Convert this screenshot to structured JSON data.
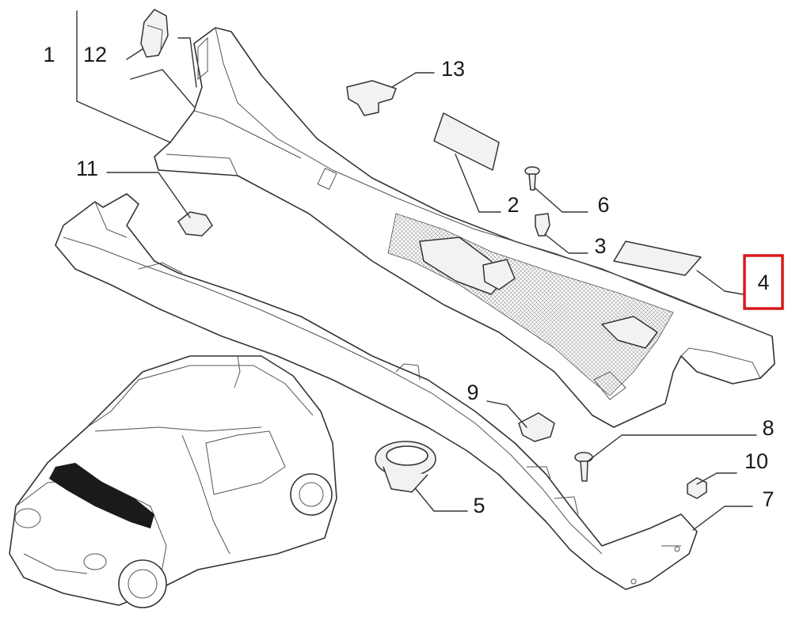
{
  "diagram": {
    "highlight_color": "#d7191c",
    "line_color": "#333333",
    "callouts": [
      {
        "id": "1",
        "label": "1"
      },
      {
        "id": "12",
        "label": "12"
      },
      {
        "id": "13",
        "label": "13"
      },
      {
        "id": "11",
        "label": "11"
      },
      {
        "id": "2",
        "label": "2"
      },
      {
        "id": "6",
        "label": "6"
      },
      {
        "id": "3",
        "label": "3"
      },
      {
        "id": "4",
        "label": "4",
        "highlighted": true
      },
      {
        "id": "9",
        "label": "9"
      },
      {
        "id": "8",
        "label": "8"
      },
      {
        "id": "10",
        "label": "10"
      },
      {
        "id": "7",
        "label": "7"
      },
      {
        "id": "5",
        "label": "5"
      }
    ]
  }
}
